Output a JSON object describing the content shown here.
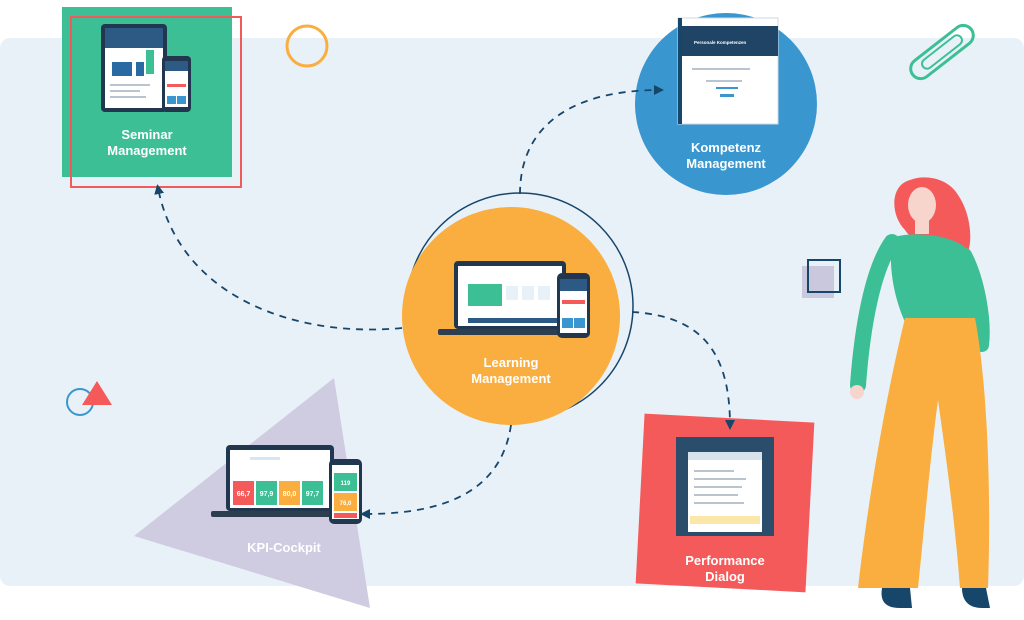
{
  "colors": {
    "background_panel": "#e9f1f8",
    "seminar": "#3cbf94",
    "seminar_frame": "#f05a5a",
    "kompetenz": "#3a96cf",
    "learning": "#f9ae3f",
    "learning_ring": "#17466b",
    "kpi": "#cfcbe1",
    "performance": "#f45a5a",
    "connector": "#17466b",
    "label": "#ffffff"
  },
  "nodes": {
    "seminar": {
      "line1": "Seminar",
      "line2": "Management"
    },
    "kompetenz": {
      "line1": "Kompetenz",
      "line2": "Management"
    },
    "learning": {
      "line1": "Learning",
      "line2": "Management"
    },
    "kpi": {
      "line1": "KPI-Cockpit"
    },
    "performance": {
      "line1": "Performance",
      "line2": "Dialog"
    }
  },
  "kpi_tiles": {
    "laptop": [
      "66,7",
      "97,9",
      "80,0",
      "97,7"
    ],
    "phone": [
      "119",
      "76,0"
    ]
  },
  "screen_texts": {
    "kompetenz_heading": "Personale Kompetenzen"
  },
  "icons": [
    "paperclip-icon",
    "circle-outline-icon",
    "triangle-icon",
    "square-outline-icon",
    "person-illustration"
  ]
}
